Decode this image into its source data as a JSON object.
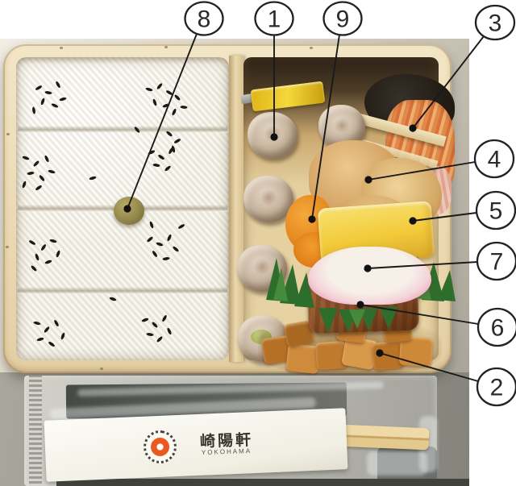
{
  "callouts": [
    {
      "number": "8"
    },
    {
      "number": "1"
    },
    {
      "number": "9"
    },
    {
      "number": "3"
    },
    {
      "number": "4"
    },
    {
      "number": "5"
    },
    {
      "number": "7"
    },
    {
      "number": "6"
    },
    {
      "number": "2"
    }
  ],
  "chopsticks": {
    "brand_kanji": "崎陽軒",
    "brand_roman": "YOKOHAMA"
  },
  "colors": {
    "canvas_white": "#ffffff",
    "annotation_ink": "#1a1a1a",
    "photo_gray": "#a8a79d",
    "box_wood": "#ecd9b2",
    "rice_white": "#f1eee3",
    "sesame_black": "#1d1a14",
    "plum_olive": "#8f854a",
    "shumai_tan": "#c5b29c",
    "mustard_yellow": "#f5d83d",
    "seaweed_black": "#211b14",
    "ginger_orange": "#e08a4a",
    "karaage_gold": "#d3a263",
    "tamago_yellow": "#f2cb3a",
    "kamaboko_pink": "#ec9cab",
    "grass_green": "#2e6e2c",
    "fish_brown": "#8a4f26",
    "takuan_amber": "#c47c2e",
    "chopstick_wood": "#e4c98f",
    "sleeve_white": "#f1efe3",
    "logo_orange": "#e85a1e"
  }
}
